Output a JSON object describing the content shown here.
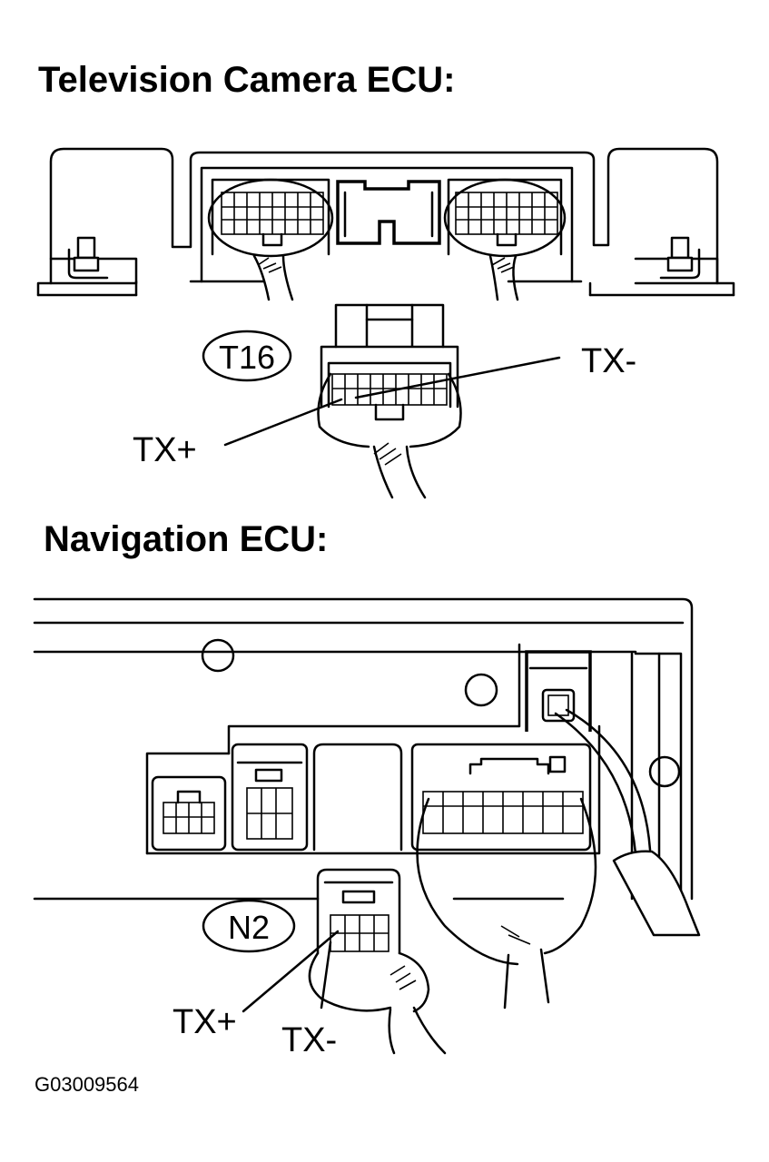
{
  "headings": {
    "television_camera_ecu": "Television Camera ECU:",
    "navigation_ecu": "Navigation ECU:"
  },
  "connectors": {
    "t16": {
      "code": "T16",
      "tx_plus": "TX+",
      "tx_minus": "TX-"
    },
    "n2": {
      "code": "N2",
      "tx_plus": "TX+",
      "tx_minus": "TX-"
    }
  },
  "figure_code": "G03009564"
}
